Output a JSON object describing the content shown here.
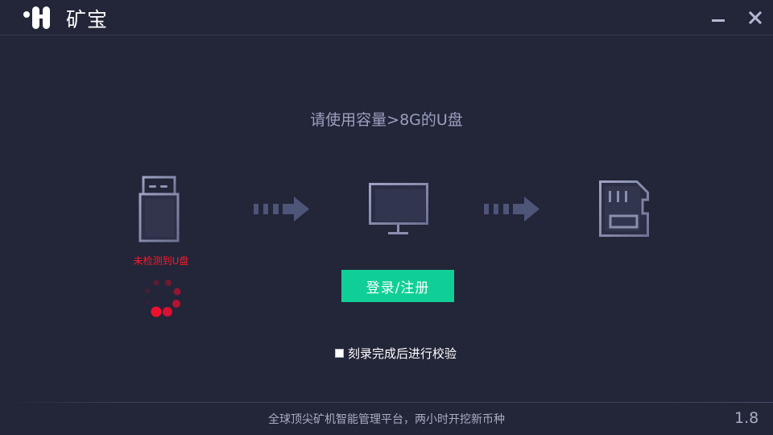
{
  "window": {
    "app_title": "矿宝",
    "logo_icon": "miner-logo-icon",
    "minimize_icon": "minimize-icon",
    "close_icon": "close-icon"
  },
  "main": {
    "instruction": "请使用容量>8G的U盘",
    "steps": [
      {
        "icon": "usb-drive-icon",
        "status": "未检测到U盘",
        "status_color": "#ff1a2a"
      },
      {
        "icon": "arrow-right-icon"
      },
      {
        "icon": "monitor-icon"
      },
      {
        "icon": "arrow-right-icon"
      },
      {
        "icon": "sd-card-icon"
      }
    ],
    "login_button": "登录/注册",
    "verify_checkbox": {
      "label": "刻录完成后进行校验",
      "checked": false
    }
  },
  "footer": {
    "slogan": "全球顶尖矿机智能管理平台，两小时开挖新币种",
    "version": "1.8"
  },
  "colors": {
    "background": "#232538",
    "accent": "#0fcf97",
    "error": "#ff1a2a",
    "icon_stroke": "#8a8fae",
    "arrow": "#4d5578"
  }
}
